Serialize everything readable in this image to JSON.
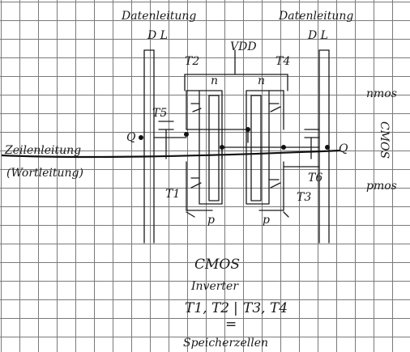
{
  "labels": {
    "datenleitung_left": "Datenleitung",
    "datenleitung_right": "Datenleitung",
    "d_left": "D L",
    "d_right": "D L",
    "vdd": "VDD",
    "t1": "T1",
    "t2": "T2",
    "t3": "T3",
    "t4": "T4",
    "t5": "T5",
    "t6": "T6",
    "n_left": "n",
    "n_right": "n",
    "p_left": "p",
    "p_right": "p",
    "q_left": "Q",
    "q_right": "Q",
    "zeilenleitung": "Zeilenleitung",
    "wortleitung": "(Wortleitung)",
    "nmos": "nmos",
    "cmos_side": "CMOS",
    "pmos": "pmos",
    "cmos_title": "CMOS",
    "inverter": "Inverter",
    "formula_left": "T1, T2",
    "formula_sep": "|",
    "formula_right": "T3, T4",
    "equals": "=",
    "speicherzellen": "Speicherzellen"
  }
}
